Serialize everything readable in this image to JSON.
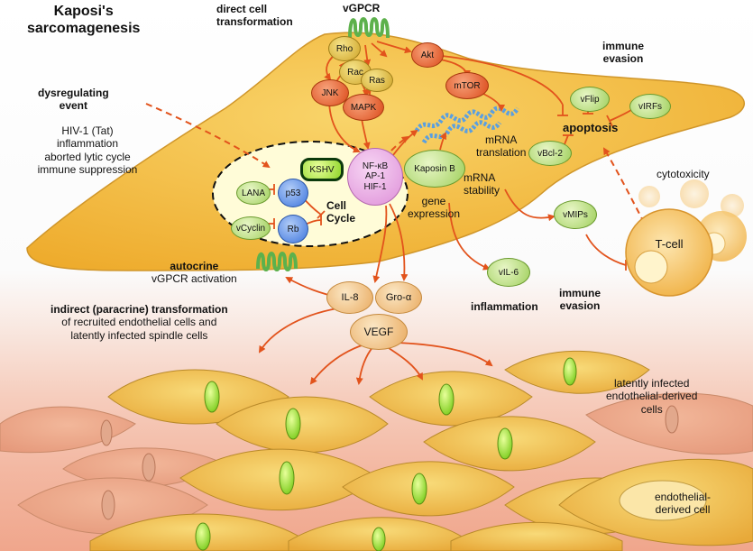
{
  "title": {
    "line1": "Kaposi's",
    "line2": "sarcomagenesis"
  },
  "labels": {
    "direct_transformation": {
      "line1": "direct cell",
      "line2": "transformation"
    },
    "vgpcr_top": "vGPCR",
    "immune_evasion_top": {
      "line1": "immune",
      "line2": "evasion"
    },
    "dysregulating_event": {
      "line1": "dysregulating",
      "line2": "event"
    },
    "causes": [
      "HIV-1 (Tat)",
      "inflammation",
      "aborted lytic cycle",
      "immune suppression"
    ],
    "mrna_translation": {
      "line1": "mRNA",
      "line2": "translation"
    },
    "mrna_stability": {
      "line1": "mRNA",
      "line2": "stability"
    },
    "gene_expression": {
      "line1": "gene",
      "line2": "expression"
    },
    "apoptosis": "apoptosis",
    "cell_cycle": {
      "line1": "Cell",
      "line2": "Cycle"
    },
    "cytotoxicity": "cytotoxicity",
    "autocrine": {
      "line1": "autocrine",
      "line2": "vGPCR activation"
    },
    "inflammation": "inflammation",
    "immune_evasion_bottom": {
      "line1": "immune",
      "line2": "evasion"
    },
    "indirect": {
      "line1": "indirect (paracrine) transformation",
      "line2": "of recruited endothelial cells and",
      "line3": "latently infected spindle cells"
    },
    "latently_infected": {
      "line1": "latently infected",
      "line2": "endothelial-derived",
      "line3": "cells"
    },
    "endothelial_derived": {
      "line1": "endothelial-",
      "line2": "derived cell"
    }
  },
  "nodes": {
    "rho": "Rho",
    "rac": "Rac",
    "ras": "Ras",
    "akt": "Akt",
    "jnk": "JNK",
    "mapk": "MAPK",
    "mtor": "mTOR",
    "kshv": "KSHV",
    "nfkb": [
      "NF-κB",
      "AP-1",
      "HIF-1"
    ],
    "lana": "LANA",
    "p53": "p53",
    "vcyclin": "vCyclin",
    "rb": "Rb",
    "kaposin_b": "Kaposin B",
    "vflip": "vFlip",
    "virfs": "vIRFs",
    "vbcl2": "vBcl-2",
    "vmips": "vMIPs",
    "vil6": "vIL-6",
    "tcell": "T-cell",
    "il8": "IL-8",
    "gro": "Gro-α",
    "vegf": "VEGF"
  },
  "colors": {
    "cell_body": "#f3b733",
    "arrow": "#e2531c",
    "nucleus": "#fffcd8",
    "green_node": "#bfe08a",
    "red_node": "#e85d2e",
    "yellow_node": "#e1bf3a",
    "blue_node": "#4f86e6",
    "pink_node": "#eba9e6",
    "cytokine": "#f2c68a",
    "vgpcr": "#5db14c",
    "background_bottom": "#f0a68c"
  }
}
